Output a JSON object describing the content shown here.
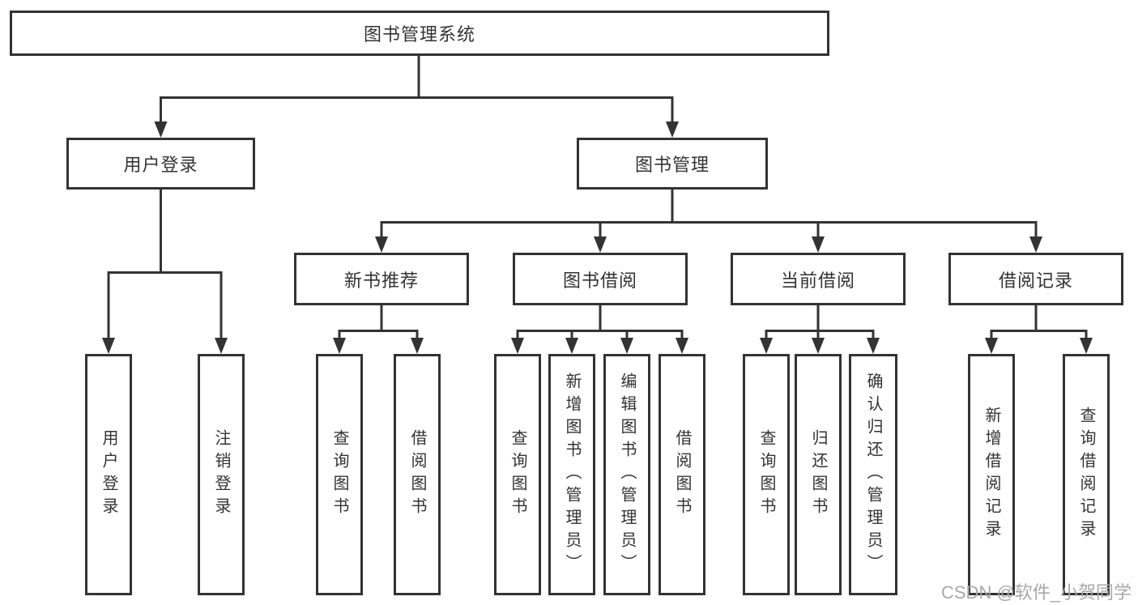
{
  "diagram_title": "图书管理系统",
  "tree": {
    "label": "图书管理系统",
    "children": [
      {
        "label": "用户登录",
        "children": [
          {
            "label": "用户登录"
          },
          {
            "label": "注销登录"
          }
        ]
      },
      {
        "label": "图书管理",
        "children": [
          {
            "label": "新书推荐",
            "children": [
              {
                "label": "查询图书"
              },
              {
                "label": "借阅图书"
              }
            ]
          },
          {
            "label": "图书借阅",
            "children": [
              {
                "label": "查询图书"
              },
              {
                "label": "新增图书（管理员）"
              },
              {
                "label": "编辑图书（管理员）"
              },
              {
                "label": "借阅图书"
              }
            ]
          },
          {
            "label": "当前借阅",
            "children": [
              {
                "label": "查询图书"
              },
              {
                "label": "归还图书"
              },
              {
                "label": "确认归还（管理员）"
              }
            ]
          },
          {
            "label": "借阅记录",
            "children": [
              {
                "label": "新增借阅记录"
              },
              {
                "label": "查询借阅记录"
              }
            ]
          }
        ]
      }
    ]
  },
  "watermark": {
    "text": "CSDN @软件_小贺同学",
    "color": "#a8a8a8"
  },
  "colors": {
    "line": "#333333",
    "box_border": "#333333",
    "text": "#333333",
    "background": "#ffffff"
  }
}
